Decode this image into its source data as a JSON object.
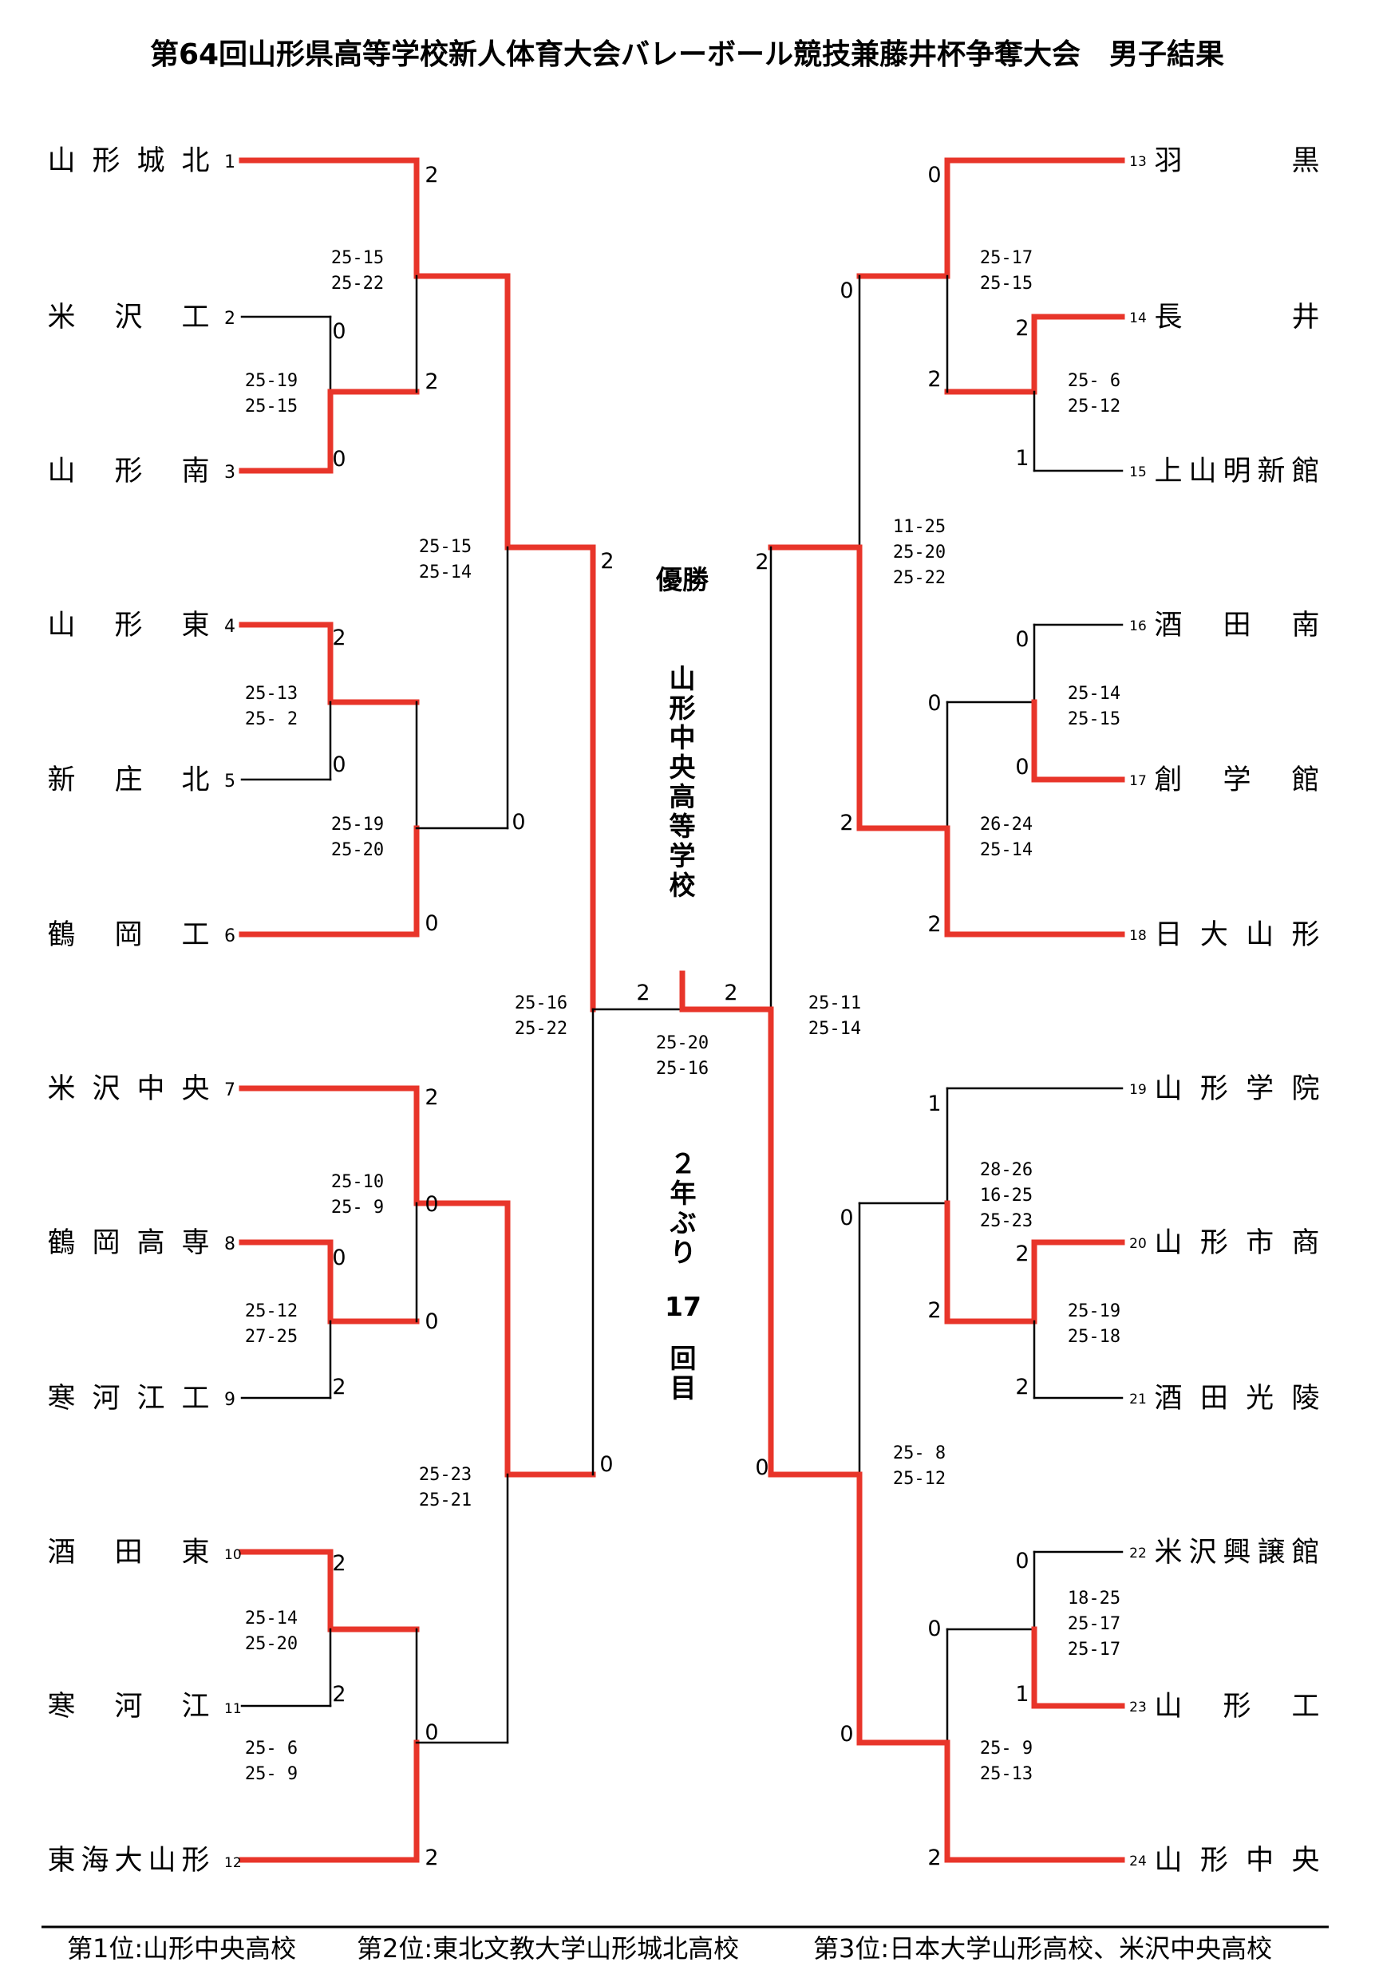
{
  "title": "第64回山形県高等学校新人体育大会バレーボール競技兼藤井杯争奪大会　男子結果",
  "colors": {
    "winner_line": "#e8352a",
    "loser_line": "#000000"
  },
  "teams_left": [
    {
      "seed": "1",
      "name": "山形城北"
    },
    {
      "seed": "2",
      "name": "米沢工"
    },
    {
      "seed": "3",
      "name": "山形南"
    },
    {
      "seed": "4",
      "name": "山形東"
    },
    {
      "seed": "5",
      "name": "新庄北"
    },
    {
      "seed": "6",
      "name": "鶴岡工"
    },
    {
      "seed": "7",
      "name": "米沢中央"
    },
    {
      "seed": "8",
      "name": "鶴岡高専"
    },
    {
      "seed": "9",
      "name": "寒河江工"
    },
    {
      "seed": "10",
      "name": "酒田東"
    },
    {
      "seed": "11",
      "name": "寒河江"
    },
    {
      "seed": "12",
      "name": "東海大山形"
    }
  ],
  "teams_right": [
    {
      "seed": "13",
      "name": "羽黒"
    },
    {
      "seed": "14",
      "name": "長井"
    },
    {
      "seed": "15",
      "name": "上山明新館"
    },
    {
      "seed": "16",
      "name": "酒田南"
    },
    {
      "seed": "17",
      "name": "創学館"
    },
    {
      "seed": "18",
      "name": "日大山形"
    },
    {
      "seed": "19",
      "name": "山形学院"
    },
    {
      "seed": "20",
      "name": "山形市商"
    },
    {
      "seed": "21",
      "name": "酒田光陵"
    },
    {
      "seed": "22",
      "name": "米沢興譲館"
    },
    {
      "seed": "23",
      "name": "山形工"
    },
    {
      "seed": "24",
      "name": "山形中央"
    }
  ],
  "results": [
    "2",
    "0",
    "0",
    "2",
    "2",
    "0",
    "0",
    "2",
    "2",
    "0",
    "0",
    "2",
    "0",
    "2",
    "2",
    "0",
    "2",
    "0",
    "0",
    "2",
    "2",
    "0",
    "0",
    "2",
    "2",
    "1",
    "2",
    "0",
    "0",
    "0",
    "2",
    "2",
    "1",
    "0",
    "2",
    "2",
    "2",
    "0",
    "0",
    "0",
    "1",
    "0",
    "2",
    "2",
    "0",
    "2",
    "2",
    "0",
    "0",
    "2"
  ],
  "scores": [
    [
      "25-15",
      "25-22"
    ],
    [
      "25-19",
      "25-15"
    ],
    [
      "25-13",
      "25- 2"
    ],
    [
      "25-19",
      "25-20"
    ],
    [
      "25-15",
      "25-14"
    ],
    [
      "25-10",
      "25- 9"
    ],
    [
      "25-12",
      "27-25"
    ],
    [
      "25-14",
      "25-20"
    ],
    [
      "25- 6",
      "25- 9"
    ],
    [
      "25-23",
      "25-21"
    ],
    [
      "25-16",
      "25-22"
    ],
    [
      "25-17",
      "25-15"
    ],
    [
      "25- 6",
      "25-12"
    ],
    [
      "11-25",
      "25-20",
      "25-22"
    ],
    [
      "25-14",
      "25-15"
    ],
    [
      "26-24",
      "25-14"
    ],
    [
      "28-26",
      "16-25",
      "25-23"
    ],
    [
      "25-19",
      "25-18"
    ],
    [
      "25- 8",
      "25-12"
    ],
    [
      "18-25",
      "25-17",
      "25-17"
    ],
    [
      "25- 9",
      "25-13"
    ],
    [
      "25-11",
      "25-14"
    ],
    [
      "25-20",
      "25-16"
    ]
  ],
  "center": {
    "champion_label": "優勝",
    "champion_name": "山形中央高等学校",
    "note_line1": "２年ぶり",
    "note_number": "17",
    "note_line2": "回目"
  },
  "footer": {
    "first": "第1位:山形中央高校",
    "second": "第2位:東北文教大学山形城北高校",
    "third": "第3位:日本大学山形高校、米沢中央高校"
  }
}
